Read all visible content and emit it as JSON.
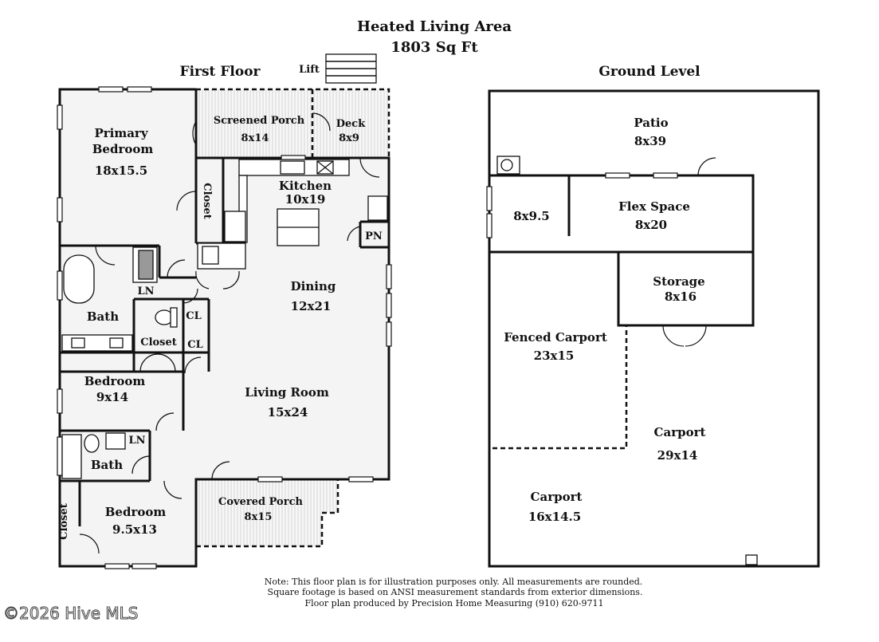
{
  "header": {
    "title": "Heated Living Area",
    "area": "1803 Sq Ft"
  },
  "first_floor": {
    "label": "First Floor",
    "lift": "Lift",
    "rooms": {
      "primary_bedroom": {
        "name_line1": "Primary",
        "name_line2": "Bedroom",
        "size": "18x15.5"
      },
      "screened_porch": {
        "name": "Screened Porch",
        "size": "8x14"
      },
      "deck": {
        "name": "Deck",
        "size": "8x9"
      },
      "kitchen": {
        "name": "Kitchen",
        "size": "10x19"
      },
      "closet_primary": {
        "name": "Closet"
      },
      "pantry": {
        "name": "PN"
      },
      "dining": {
        "name": "Dining",
        "size": "12x21"
      },
      "bath_primary": {
        "name": "Bath"
      },
      "linen_1": {
        "name": "LN"
      },
      "closet_cl_1": {
        "name": "CL"
      },
      "closet_cl_2": {
        "name": "CL"
      },
      "closet_hall": {
        "name": "Closet"
      },
      "bedroom_2": {
        "name": "Bedroom",
        "size": "9x14"
      },
      "living_room": {
        "name": "Living Room",
        "size": "15x24"
      },
      "linen_2": {
        "name": "LN"
      },
      "bath_2": {
        "name": "Bath"
      },
      "bedroom_3": {
        "name": "Bedroom",
        "size": "9.5x13"
      },
      "closet_bedroom_3": {
        "name": "Closet"
      },
      "covered_porch": {
        "name": "Covered Porch",
        "size": "8x15"
      }
    }
  },
  "ground_level": {
    "label": "Ground Level",
    "rooms": {
      "patio": {
        "name": "Patio",
        "size": "8x39"
      },
      "room_8x9_5": {
        "size": "8x9.5"
      },
      "flex_space": {
        "name": "Flex Space",
        "size": "8x20"
      },
      "storage": {
        "name": "Storage",
        "size": "8x16"
      },
      "fenced_carport": {
        "name": "Fenced Carport",
        "size": "23x15"
      },
      "carport_1": {
        "name": "Carport",
        "size": "29x14"
      },
      "carport_2": {
        "name": "Carport",
        "size": "16x14.5"
      }
    }
  },
  "footer": {
    "note_line1": "Note: This floor plan is for illustration purposes only. All measurements are rounded.",
    "note_line2": "Square footage is based on ANSI measurement standards from exterior dimensions.",
    "note_line3": "Floor plan produced by Precision Home Measuring (910) 620-9711",
    "watermark": "©2026 Hive MLS"
  }
}
